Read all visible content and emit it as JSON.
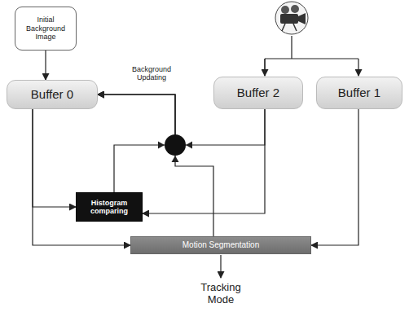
{
  "diagram": {
    "nodes": [
      {
        "text": [
          "Initial Background Image"
        ]
      },
      {
        "text": [
          "Buffer 0"
        ]
      },
      {
        "text": [
          "Buffer 2"
        ]
      },
      {
        "text": [
          "Buffer 1"
        ]
      },
      {
        "text": [
          "Histogram comparing"
        ]
      },
      {
        "text": [
          "Motion Segmentation"
        ]
      }
    ],
    "edges": [
      {
        "from": 0,
        "to": 1,
        "arrow": "to"
      },
      {
        "from": 1,
        "to": 4,
        "arrow": "to"
      },
      {
        "from": 1,
        "to": 5,
        "arrow": "to"
      },
      {
        "from": 2,
        "to": 4,
        "arrow": "to"
      },
      {
        "from": 2,
        "to": 1,
        "arrow": "to"
      },
      {
        "from": 4,
        "to": 1,
        "arrow": "to"
      },
      {
        "from": 5,
        "to": 1,
        "arrow": "to"
      },
      {
        "from": 3,
        "to": 5,
        "arrow": "to"
      }
    ],
    "labels": [
      "Background Updating",
      "Tracking Mode"
    ]
  }
}
